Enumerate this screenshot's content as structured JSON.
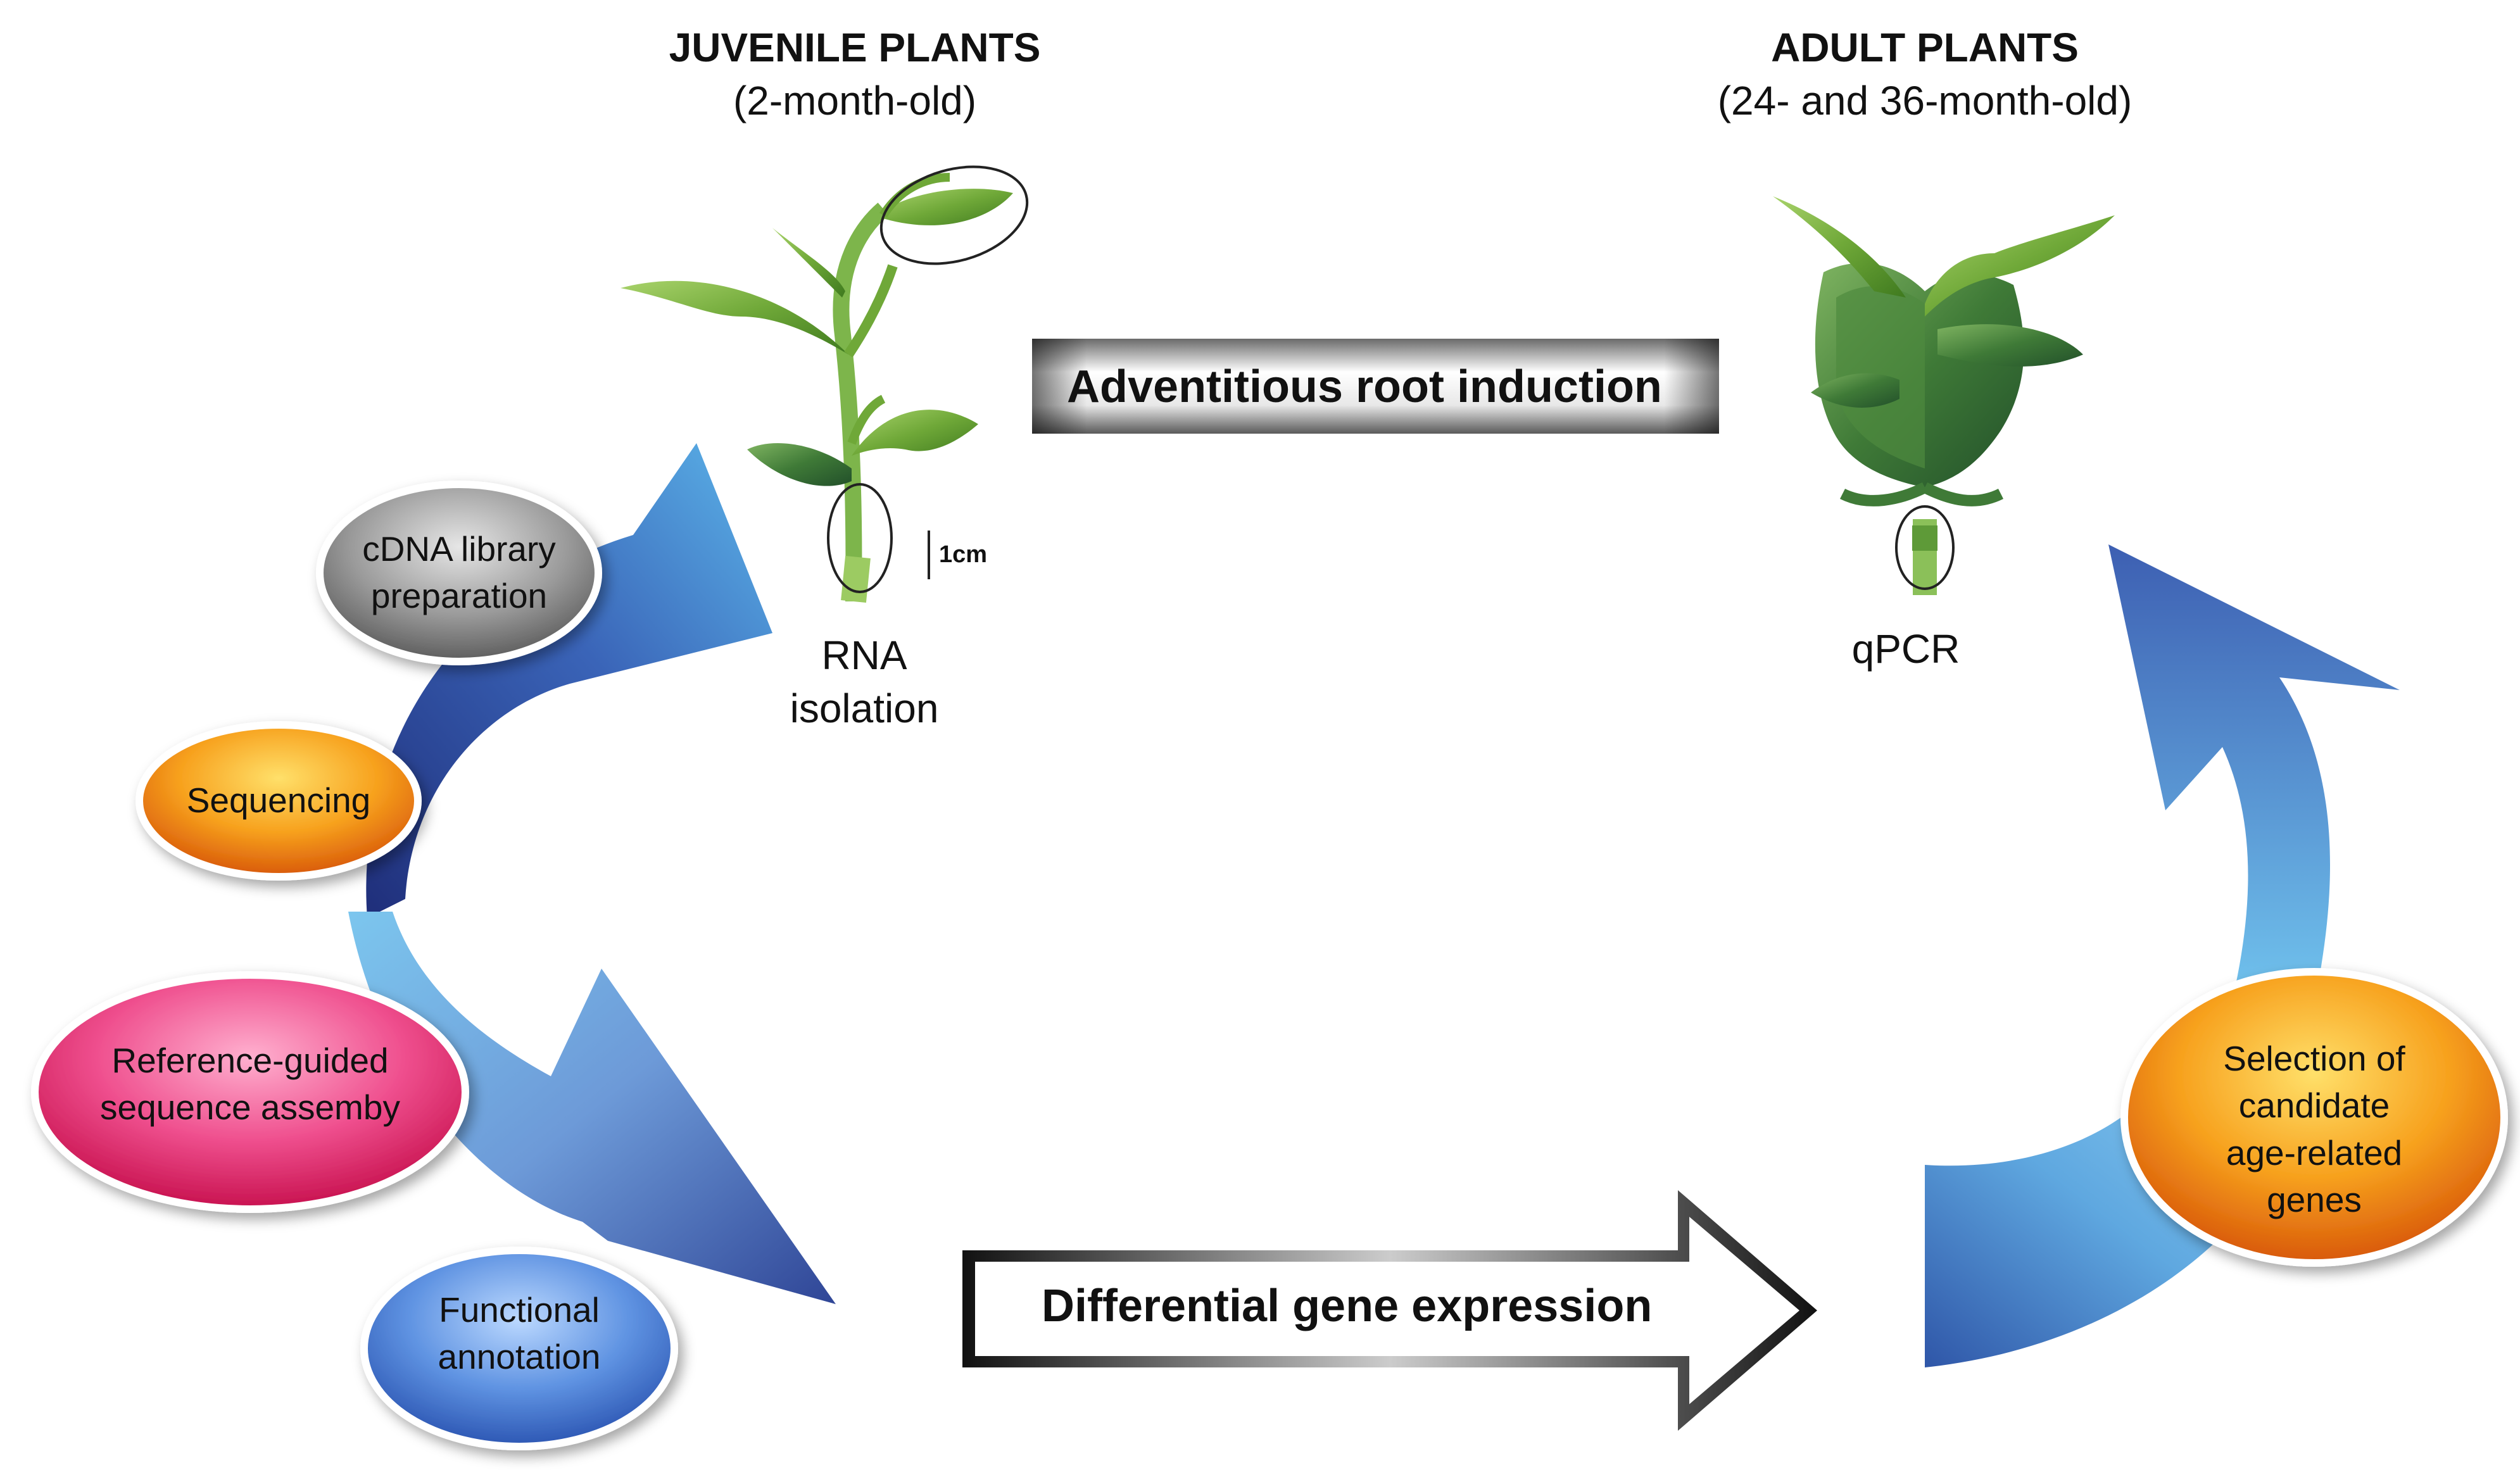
{
  "juvenile": {
    "title": "JUVENILE PLANTS",
    "subtitle": "(2-month-old)",
    "scale_bar": "1cm",
    "sample_label_line1": "RNA",
    "sample_label_line2": "isolation"
  },
  "adult": {
    "title": "ADULT PLANTS",
    "subtitle": "(24- and 36-month-old)",
    "sample_label": "qPCR"
  },
  "banners": {
    "top": "Adventitious root induction",
    "bottom": "Differential gene expression"
  },
  "steps": [
    {
      "line1": "cDNA library",
      "line2": "preparation",
      "color": "#8c8c8c"
    },
    {
      "line1": "Sequencing",
      "line2": "",
      "color": "#f28a1a"
    },
    {
      "line1": "Reference-guided",
      "line2": "sequence assemby",
      "color": "#e0306a"
    },
    {
      "line1": "Functional",
      "line2": "annotation",
      "color": "#4f7fd6"
    },
    {
      "line1": "Selection of",
      "line2": "candidate",
      "line3": "age-related",
      "line4": "genes",
      "color": "#f28a1a"
    }
  ],
  "colors": {
    "arrow_dark": "#2b3f8f",
    "arrow_light": "#5fb8e8",
    "plant_green": "#6fa838"
  }
}
